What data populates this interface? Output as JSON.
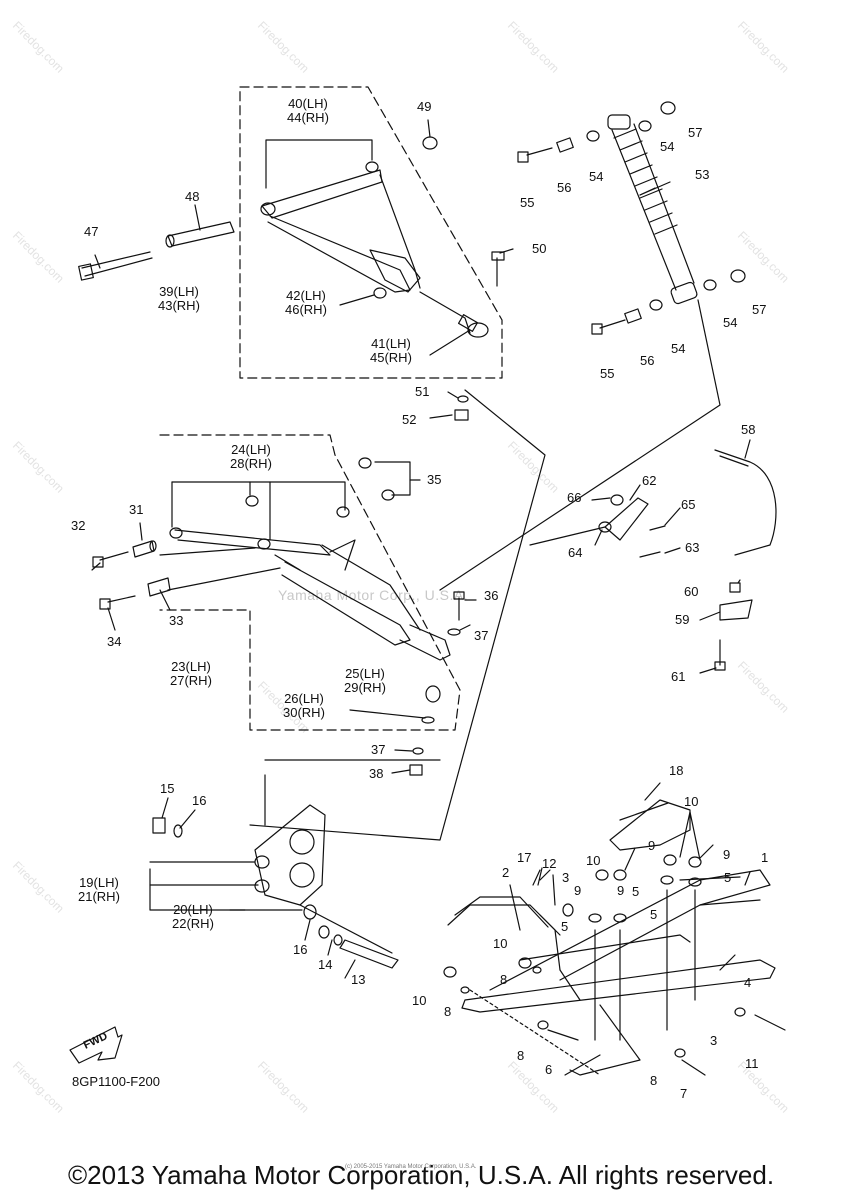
{
  "watermark": "Firedog.com",
  "center_watermark": "Yamaha Motor Corp., U.S.A.",
  "fwd_label": "FWD",
  "diagram_code": "8GP1100-F200",
  "copyright": "©2013 Yamaha Motor Corporation, U.S.A. All rights reserved.",
  "fine_print": "(c) 2005-2015 Yamaha Motor Corporation, U.S.A.",
  "callouts": [
    {
      "id": "c1",
      "text": "1"
    },
    {
      "id": "c2",
      "text": "2"
    },
    {
      "id": "c3a",
      "text": "3"
    },
    {
      "id": "c3b",
      "text": "3"
    },
    {
      "id": "c4",
      "text": "4"
    },
    {
      "id": "c5a",
      "text": "5"
    },
    {
      "id": "c5b",
      "text": "5"
    },
    {
      "id": "c5c",
      "text": "5"
    },
    {
      "id": "c5d",
      "text": "5"
    },
    {
      "id": "c6",
      "text": "6"
    },
    {
      "id": "c7",
      "text": "7"
    },
    {
      "id": "c8a",
      "text": "8"
    },
    {
      "id": "c8b",
      "text": "8"
    },
    {
      "id": "c8c",
      "text": "8"
    },
    {
      "id": "c8d",
      "text": "8"
    },
    {
      "id": "c9a",
      "text": "9"
    },
    {
      "id": "c9b",
      "text": "9"
    },
    {
      "id": "c9c",
      "text": "9"
    },
    {
      "id": "c9d",
      "text": "9"
    },
    {
      "id": "c10a",
      "text": "10"
    },
    {
      "id": "c10b",
      "text": "10"
    },
    {
      "id": "c10c",
      "text": "10"
    },
    {
      "id": "c10d",
      "text": "10"
    },
    {
      "id": "c11",
      "text": "11"
    },
    {
      "id": "c12",
      "text": "12"
    },
    {
      "id": "c13",
      "text": "13"
    },
    {
      "id": "c14",
      "text": "14"
    },
    {
      "id": "c15",
      "text": "15"
    },
    {
      "id": "c16a",
      "text": "16"
    },
    {
      "id": "c16b",
      "text": "16"
    },
    {
      "id": "c17",
      "text": "17"
    },
    {
      "id": "c18",
      "text": "18"
    },
    {
      "id": "c19",
      "text": "19(LH)\n21(RH)"
    },
    {
      "id": "c20",
      "text": "20(LH)\n22(RH)"
    },
    {
      "id": "c23",
      "text": "23(LH)\n27(RH)"
    },
    {
      "id": "c24",
      "text": "24(LH)\n28(RH)"
    },
    {
      "id": "c25",
      "text": "25(LH)\n29(RH)"
    },
    {
      "id": "c26",
      "text": "26(LH)\n30(RH)"
    },
    {
      "id": "c31",
      "text": "31"
    },
    {
      "id": "c32",
      "text": "32"
    },
    {
      "id": "c33",
      "text": "33"
    },
    {
      "id": "c34",
      "text": "34"
    },
    {
      "id": "c35",
      "text": "35"
    },
    {
      "id": "c36",
      "text": "36"
    },
    {
      "id": "c37a",
      "text": "37"
    },
    {
      "id": "c37b",
      "text": "37"
    },
    {
      "id": "c38",
      "text": "38"
    },
    {
      "id": "c39",
      "text": "39(LH)\n43(RH)"
    },
    {
      "id": "c40",
      "text": "40(LH)\n44(RH)"
    },
    {
      "id": "c41",
      "text": "41(LH)\n45(RH)"
    },
    {
      "id": "c42",
      "text": "42(LH)\n46(RH)"
    },
    {
      "id": "c47",
      "text": "47"
    },
    {
      "id": "c48",
      "text": "48"
    },
    {
      "id": "c49",
      "text": "49"
    },
    {
      "id": "c50",
      "text": "50"
    },
    {
      "id": "c51",
      "text": "51"
    },
    {
      "id": "c52",
      "text": "52"
    },
    {
      "id": "c53",
      "text": "53"
    },
    {
      "id": "c54a",
      "text": "54"
    },
    {
      "id": "c54b",
      "text": "54"
    },
    {
      "id": "c54c",
      "text": "54"
    },
    {
      "id": "c54d",
      "text": "54"
    },
    {
      "id": "c55a",
      "text": "55"
    },
    {
      "id": "c55b",
      "text": "55"
    },
    {
      "id": "c56a",
      "text": "56"
    },
    {
      "id": "c56b",
      "text": "56"
    },
    {
      "id": "c57a",
      "text": "57"
    },
    {
      "id": "c57b",
      "text": "57"
    },
    {
      "id": "c58",
      "text": "58"
    },
    {
      "id": "c59",
      "text": "59"
    },
    {
      "id": "c60",
      "text": "60"
    },
    {
      "id": "c61",
      "text": "61"
    },
    {
      "id": "c62",
      "text": "62"
    },
    {
      "id": "c63",
      "text": "63"
    },
    {
      "id": "c64",
      "text": "64"
    },
    {
      "id": "c65",
      "text": "65"
    },
    {
      "id": "c66",
      "text": "66"
    }
  ]
}
